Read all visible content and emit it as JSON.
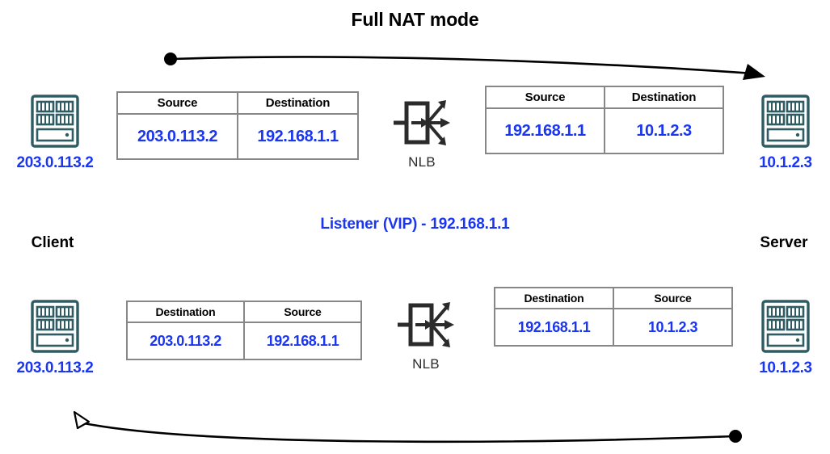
{
  "title": "Full NAT mode",
  "listener": {
    "label": "Listener (VIP) - 192.168.1.1"
  },
  "sides": {
    "client_label": "Client",
    "server_label": "Server"
  },
  "colors": {
    "ip_blue": "#1a36f0",
    "table_border": "#878787",
    "server_icon": "#2f5c63",
    "nlb_icon": "#2b2b2b",
    "arrow": "#000000",
    "background": "#ffffff"
  },
  "endpoints": {
    "client_top": {
      "icon": "server-rack-icon",
      "ip": "203.0.113.2"
    },
    "server_top": {
      "icon": "server-rack-icon",
      "ip": "10.1.2.3"
    },
    "client_bottom": {
      "icon": "server-rack-icon",
      "ip": "203.0.113.2"
    },
    "server_bottom": {
      "icon": "server-rack-icon",
      "ip": "10.1.2.3"
    }
  },
  "nlb": {
    "top": {
      "icon": "nlb-load-balancer-icon",
      "caption": "NLB"
    },
    "bottom": {
      "icon": "nlb-load-balancer-icon",
      "caption": "NLB"
    }
  },
  "tables": {
    "top_left": {
      "headers": [
        "Source",
        "Destination"
      ],
      "values": [
        "203.0.113.2",
        "192.168.1.1"
      ]
    },
    "top_right": {
      "headers": [
        "Source",
        "Destination"
      ],
      "values": [
        "192.168.1.1",
        "10.1.2.3"
      ]
    },
    "bottom_left": {
      "headers": [
        "Destination",
        "Source"
      ],
      "values": [
        "203.0.113.2",
        "192.168.1.1"
      ]
    },
    "bottom_right": {
      "headers": [
        "Destination",
        "Source"
      ],
      "values": [
        "192.168.1.1",
        "10.1.2.3"
      ]
    }
  },
  "arrows": {
    "top": {
      "name": "request-flow-arrow",
      "direction": "client-to-server",
      "start_marker": "filled-dot",
      "end_marker": "filled-arrowhead"
    },
    "bottom": {
      "name": "response-flow-arrow",
      "direction": "server-to-client",
      "start_marker": "filled-dot",
      "end_marker": "open-arrowhead"
    }
  }
}
